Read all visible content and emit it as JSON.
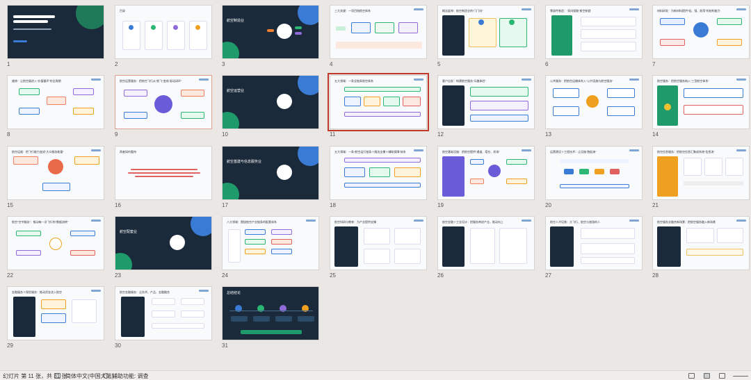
{
  "slides": [
    {
      "n": "1",
      "theme": "dark",
      "title": "航空经济及其核心产业统计分类"
    },
    {
      "n": "2",
      "theme": "light",
      "title": "目录"
    },
    {
      "n": "3",
      "theme": "dark",
      "title": "航空制造业"
    },
    {
      "n": "4",
      "theme": "light",
      "title": "三大关键：一项目指航空体系"
    },
    {
      "n": "5",
      "theme": "light",
      "title": "概念延伸：航空制造业的“门门向”"
    },
    {
      "n": "6",
      "theme": "light",
      "title": "零部件制造：“双向赋能”航空制造"
    },
    {
      "n": "7",
      "theme": "light",
      "title": "材料研发：为新材料提供“轻、强、耐用”的结构能力"
    },
    {
      "n": "8",
      "theme": "light",
      "title": "维修：让航空器进入“价值循环”的全周期"
    },
    {
      "n": "9",
      "theme": "light",
      "title": "航空运营服务：把航空飞行从“航飞”变成“驱动闭环”"
    },
    {
      "n": "10",
      "theme": "dark",
      "title": "航空运营业"
    },
    {
      "n": "11",
      "theme": "light",
      "title": "五大领域：一条全链条航空体系"
    },
    {
      "n": "12",
      "theme": "light",
      "title": "客户出发：构建航空服务“乐趣体验”"
    },
    {
      "n": "13",
      "theme": "light",
      "title": "公共服务：把航空运输体系入“公共设施与航空服务”"
    },
    {
      "n": "14",
      "theme": "light",
      "title": "航空服务：把航空服务纳入“三型航空体系”"
    },
    {
      "n": "15",
      "theme": "light",
      "title": "航空运维：把飞行能力变成“大众服务能量”"
    },
    {
      "n": "16",
      "theme": "light",
      "title": "两者如何看待"
    },
    {
      "n": "17",
      "theme": "dark",
      "title": "航空基建与信息服务业"
    },
    {
      "n": "18",
      "theme": "light",
      "title": "五大领域：一条“航空运行链条＋服务支撑＋辅助保障”体系"
    },
    {
      "n": "19",
      "theme": "light",
      "title": "航空基础设施：把航空提供“通道、塔台、机场”"
    },
    {
      "n": "20",
      "theme": "light",
      "title": "运营建设＋工程技术：让设施“跑起来”"
    },
    {
      "n": "21",
      "theme": "light",
      "title": "航空信息服务：把航空信息汇聚成系统“信息流”"
    },
    {
      "n": "22",
      "theme": "light",
      "title": "航空“空中服务”：推动每一次飞行的“数据流转”"
    },
    {
      "n": "23",
      "theme": "dark",
      "title": "航空配套业"
    },
    {
      "n": "24",
      "theme": "light",
      "title": "八大领域：围绕航空产业链条的配套体系"
    },
    {
      "n": "25",
      "theme": "light",
      "title": "航空科研与教育：为产业提供支撑"
    },
    {
      "n": "26",
      "theme": "light",
      "title": "航空金融＋工业设计：把服务带进产业，推动向上"
    },
    {
      "n": "27",
      "theme": "light",
      "title": "航空人才培育：方飞行、航空与旅游的人"
    },
    {
      "n": "28",
      "theme": "light",
      "title": "航空服务业融合新场景：把航空服务融入新场景"
    },
    {
      "n": "29",
      "theme": "light",
      "title": "金融服务＋保险服务：推动资金进入航空"
    },
    {
      "n": "30",
      "theme": "light",
      "title": "航空金融服务：让技术、产品、金融融合"
    },
    {
      "n": "31",
      "theme": "dark",
      "title": "总结结论"
    }
  ],
  "selected": "11",
  "status": {
    "slide_info": "幻灯片 第 11 张，共 31 张",
    "language": "简体中文(中国大陆)",
    "accessibility": "辅助功能: 调查"
  },
  "colors": {
    "selected_border": "#c0392b",
    "dark_bg": "#1a2a3a",
    "accent_blue": "#3a7bd5",
    "accent_green": "#2bb673"
  }
}
